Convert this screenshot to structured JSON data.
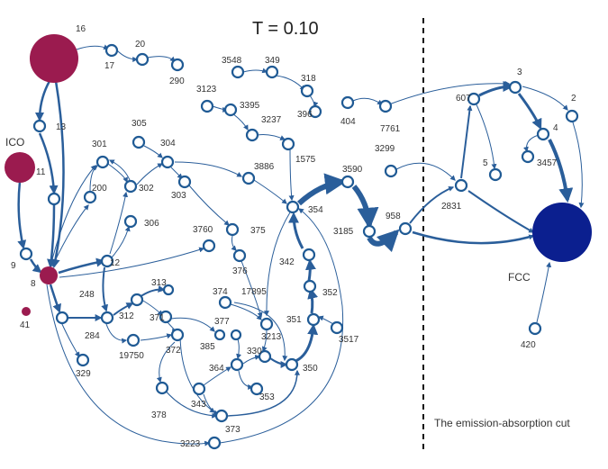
{
  "title": "T = 0.10",
  "cut_label": "The emission-absorption cut",
  "colors": {
    "edge": "#2a5e9a",
    "ico": "#9b1b4f",
    "fcc": "#0b1f8f",
    "node_stroke": "#1f5a94"
  },
  "nodes": {
    "n16": "16",
    "n17": "17",
    "n20": "20",
    "n290": "290",
    "nICO": "ICO",
    "n13": "13",
    "n11": "11",
    "n9": "9",
    "n8": "8",
    "n41": "41",
    "n301": "301",
    "n305": "305",
    "n304": "304",
    "n302": "302",
    "n303": "303",
    "n200": "200",
    "n306": "306",
    "n12": "12",
    "n3760": "3760",
    "n375": "375",
    "n376": "376",
    "n248": "248",
    "n313": "313",
    "n312": "312",
    "n371": "371",
    "n284": "284",
    "n19750": "19750",
    "n372": "372",
    "n329": "329",
    "n374": "374",
    "n17895": "17895",
    "n377": "377",
    "n385": "385",
    "n3213": "3213",
    "n330": "330",
    "n364": "364",
    "n350": "350",
    "n343": "343",
    "n353": "353",
    "n378": "378",
    "n373": "373",
    "n3223": "3223",
    "n3548": "3548",
    "n349": "349",
    "n318": "318",
    "n396": "396",
    "n3123": "3123",
    "n3395": "3395",
    "n3237": "3237",
    "n1575": "1575",
    "n3886": "3886",
    "n354": "354",
    "n3590": "3590",
    "n3185": "3185",
    "n342": "342",
    "n352": "352",
    "n351": "351",
    "n3517": "3517",
    "n404": "404",
    "n7761": "7761",
    "n3299": "3299",
    "n958": "958",
    "n607": "607",
    "n3": "3",
    "n2": "2",
    "n4": "4",
    "n5": "5",
    "n3457": "3457",
    "n2831": "2831",
    "nFCC": "FCC",
    "n420": "420"
  }
}
